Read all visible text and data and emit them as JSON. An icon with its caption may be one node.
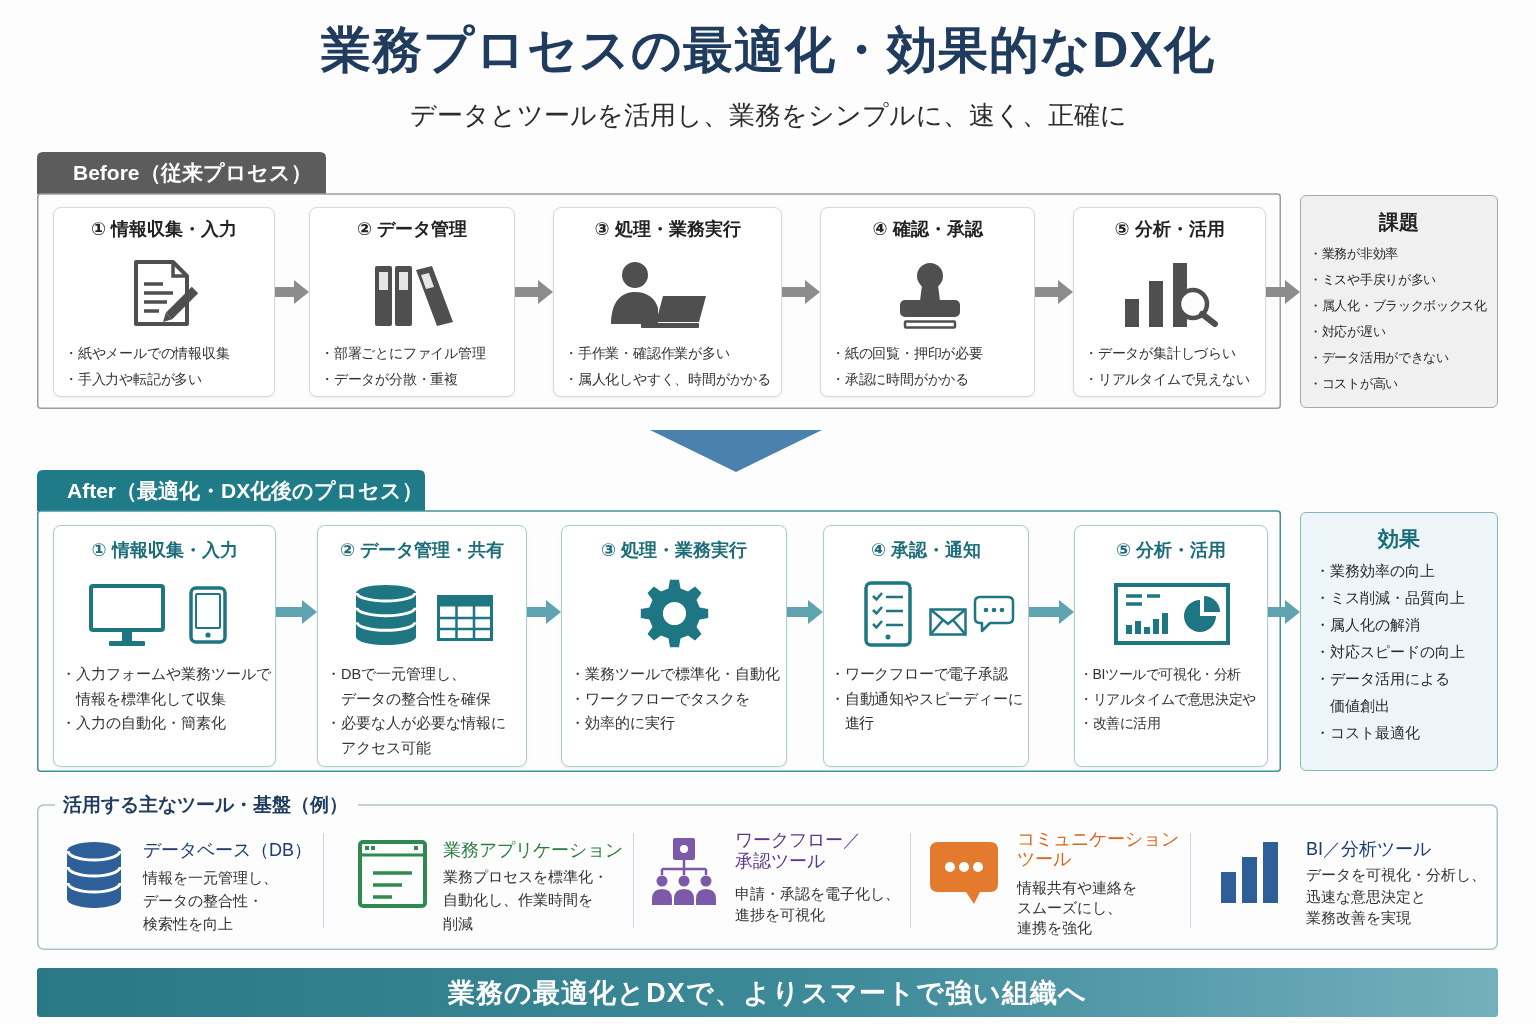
{
  "diagram": {
    "title": "業務プロセスの最適化・効果的なDX化",
    "nodes": [
      {
        "text": [
          "Before（従来プロセス）"
        ]
      },
      {
        "text": [
          "① 情報収集・入力",
          "・紙やメールでの情報収集",
          "・手入力や転記が多い"
        ],
        "in": 0
      },
      {
        "text": [
          "② データ管理",
          "・部署ごとにファイル管理",
          "・データが分散・重複"
        ],
        "in": 0
      },
      {
        "text": [
          "③ 処理・業務実行",
          "・手作業・確認作業が多い",
          "・属人化しやすく、時間がかかる"
        ],
        "in": 0
      },
      {
        "text": [
          "④ 確認・承認",
          "・紙の回覧・押印が必要",
          "・承認に時間がかかる"
        ],
        "in": 0
      },
      {
        "text": [
          "⑤ 分析・活用",
          "・データが集計しづらい",
          "・リアルタイムで見えない"
        ],
        "in": 0
      },
      {
        "text": [
          "課題",
          "・業務が非効率",
          "・ミスや手戻りが多い",
          "・属人化・ブラックボックス化",
          "・対応が遅い",
          "・データ活用ができない",
          "・コストが高い"
        ]
      },
      {
        "text": [
          "After（最適化・DX化後のプロセス）"
        ]
      },
      {
        "text": [
          "① 情報収集・入力",
          "・入力フォームや業務ツールで情報を標準化して収集",
          "・入力の自動化・簡素化"
        ],
        "in": 7
      },
      {
        "text": [
          "② データ管理・共有",
          "・DBで一元管理し、データの整合性を確保",
          "・必要な人が必要な情報にアクセス可能"
        ],
        "in": 7
      },
      {
        "text": [
          "③ 処理・業務実行",
          "・業務ツールで標準化・自動化",
          "・ワークフローでタスクを",
          "・効率的に実行"
        ],
        "in": 7
      },
      {
        "text": [
          "④ 承認・通知",
          "・ワークフローで電子承認",
          "・自動通知やスピーディーに進行"
        ],
        "in": 7
      },
      {
        "text": [
          "⑤ 分析・活用",
          "・BIツールで可視化・分析",
          "・リアルタイムで意思決定や",
          "・改善に活用"
        ],
        "in": 7
      },
      {
        "text": [
          "効果",
          "・業務効率の向上",
          "・ミス削減・品質向上",
          "・属人化の解消",
          "・対応スピードの向上",
          "・データ活用による価値創出",
          "・コスト最適化"
        ]
      },
      {
        "text": [
          "活用する主なツール・基盤（例）"
        ]
      },
      {
        "text": [
          "データベース（DB）",
          "情報を一元管理し、データの整合性・検索性を向上"
        ],
        "in": 14
      },
      {
        "text": [
          "業務アプリケーション",
          "業務プロセスを標準化・自動化し、作業時間を削減"
        ],
        "in": 14
      },
      {
        "text": [
          "ワークフロー／承認ツール",
          "申請・承認を電子化し、進捗を可視化"
        ],
        "in": 14
      },
      {
        "text": [
          "コミュニケーションツール",
          "情報共有や連絡をスムーズにし、連携を強化"
        ],
        "in": 14
      },
      {
        "text": [
          "BI／分析ツール",
          "データを可視化・分析し、迅速な意思決定と業務改善を実現"
        ],
        "in": 14
      },
      {
        "text": [
          "業務の最適化とDXで、よりスマートで強い組織へ"
        ]
      }
    ],
    "edges": [
      {
        "from": 1,
        "to": 2,
        "arrow": "to"
      },
      {
        "from": 2,
        "to": 3,
        "arrow": "to"
      },
      {
        "from": 3,
        "to": 4,
        "arrow": "to"
      },
      {
        "from": 4,
        "to": 5,
        "arrow": "to"
      },
      {
        "from": 5,
        "to": 6,
        "arrow": "to"
      },
      {
        "from": 0,
        "to": 7,
        "arrow": "to",
        "color": "#4a82ad"
      },
      {
        "from": 8,
        "to": 9,
        "arrow": "to",
        "color": "#5fa3b1"
      },
      {
        "from": 9,
        "to": 10,
        "arrow": "to",
        "color": "#5fa3b1"
      },
      {
        "from": 10,
        "to": 11,
        "arrow": "to",
        "color": "#5fa3b1"
      },
      {
        "from": 11,
        "to": 12,
        "arrow": "to",
        "color": "#5fa3b1"
      },
      {
        "from": 12,
        "to": 13,
        "arrow": "to",
        "color": "#5fa3b1"
      }
    ],
    "labels": [
      "データとツールを活用し、業務をシンプルに、速く、正確に"
    ]
  }
}
